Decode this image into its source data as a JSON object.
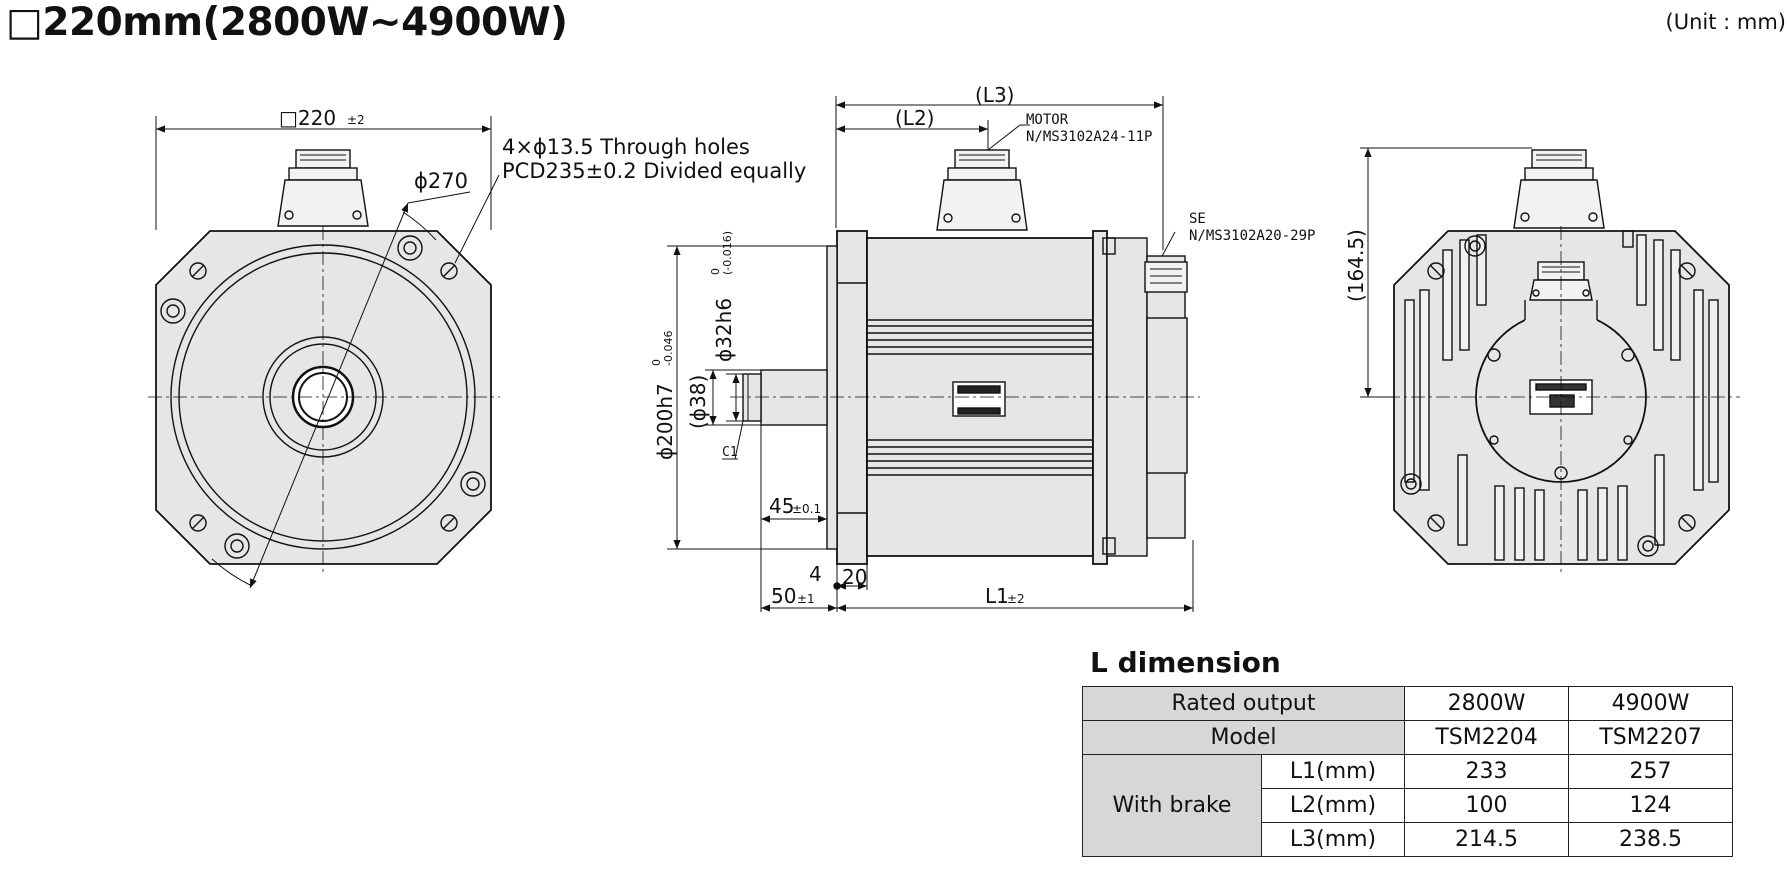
{
  "title": "□220mm(2800W~4900W)",
  "unit_note": "(Unit : mm)",
  "front_view": {
    "square_dim": "□220",
    "square_tol": "±2",
    "holes_line1": "4×ϕ13.5 Through holes",
    "holes_line2": "PCD235±0.2 Divided equally",
    "diameter": "ϕ270"
  },
  "side_view": {
    "l3": "(L3)",
    "l2": "(L2)",
    "motor_connector_line1": "MOTOR",
    "motor_connector_line2": "N/MS3102A24-11P",
    "se_connector_line1": "SE",
    "se_connector_line2": "N/MS3102A20-29P",
    "pilot": "ϕ200h7",
    "pilot_tol_upper": "0",
    "pilot_tol_lower": "-0.046",
    "shaft": "ϕ32h6",
    "shaft_tol_upper": "0",
    "shaft_tol_lower": "(-0.016)",
    "shaft_step": "(ϕ38)",
    "chamfer": "C1",
    "key_len": "45",
    "key_len_tol": "±0.1",
    "flange_gap": "4",
    "flange_thk": "20",
    "shaft_len": "50",
    "shaft_len_tol": "±1",
    "l1": "L1",
    "l1_tol": "±2"
  },
  "rear_view": {
    "height": "(164.5)"
  },
  "l_dimension": {
    "heading": "L dimension",
    "rated_output_label": "Rated output",
    "model_label": "Model",
    "group_label": "With brake",
    "outputs": [
      "2800W",
      "4900W"
    ],
    "models": [
      "TSM2204",
      "TSM2207"
    ],
    "rows": [
      {
        "label": "L1(mm)",
        "values": [
          "233",
          "257"
        ]
      },
      {
        "label": "L2(mm)",
        "values": [
          "100",
          "124"
        ]
      },
      {
        "label": "L3(mm)",
        "values": [
          "214.5",
          "238.5"
        ]
      }
    ]
  }
}
